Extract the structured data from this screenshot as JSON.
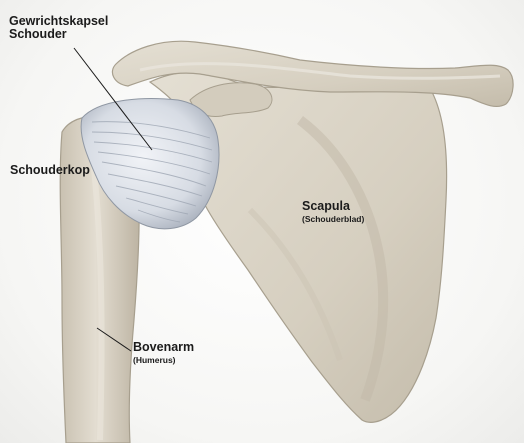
{
  "labels": {
    "capsule_line1": "Gewrichtskapsel",
    "capsule_line2": "Schouder",
    "humeral_head": "Schouderkop",
    "scapula": "Scapula",
    "scapula_sub": "(Schouderblad)",
    "upper_arm": "Bovenarm",
    "upper_arm_sub": "(Humerus)"
  },
  "colors": {
    "bone": "#d8d1c2",
    "bone_shadow": "#b9b0a0",
    "capsule": "#dfe3ea",
    "capsule_fiber": "#9ea6b3",
    "leader_line": "#1b1b1b"
  }
}
